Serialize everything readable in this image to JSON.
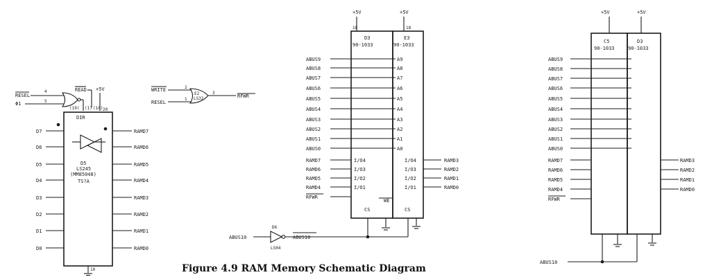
{
  "caption": "Figure 4.9   RAM Memory Schematic Diagram",
  "supply": "+5V",
  "gnd_symbol": "⏚",
  "left_section": {
    "read_signal": "READ",
    "resel_signal": "RESEL",
    "phi1_signal": "Φ1",
    "chip": {
      "type": "LS245",
      "part": "(MM85048)",
      "ref": "D5",
      "pkg": "TS?A",
      "dir_label": "DIR"
    },
    "vcc_pin": "20",
    "gnd_pin": "10",
    "data_in": [
      "D7",
      "D6",
      "D5",
      "D4",
      "D3",
      "D2",
      "D1",
      "D0"
    ],
    "ram_out": [
      "RAMD7",
      "RAMD6",
      "RAMD5",
      "RAMD4",
      "RAMD3",
      "RAMD2",
      "RAMD1",
      "RAMD0"
    ]
  },
  "write_gate": {
    "in1": "WRITE",
    "in2": "RESEL",
    "out": "RFWR",
    "ref": "E2",
    "type": "LS32"
  },
  "middle_section": {
    "chip_left": {
      "ref": "D3",
      "part": "90-1033"
    },
    "chip_right": {
      "ref": "E3",
      "part": "90-1033"
    },
    "address_lines": [
      "ABUS9",
      "ABUS8",
      "ABUS7",
      "ABUS6",
      "ABUS5",
      "ABUS4",
      "ABUS3",
      "ABUS2",
      "ABUS1",
      "ABUS0"
    ],
    "addr_pins": [
      "A9",
      "A8",
      "A7",
      "A6",
      "A5",
      "A4",
      "A3",
      "A2",
      "A1",
      "A0"
    ],
    "data_in": [
      "RAMD7",
      "RAMD6",
      "RAMD5",
      "RAMD4"
    ],
    "data_pins_left": [
      "I/O4",
      "I/O3",
      "I/O2",
      "I/O1"
    ],
    "data_pins_right": [
      "I/O4",
      "I/O3",
      "I/O2",
      "I/O1"
    ],
    "data_out": [
      "RAMD3",
      "RAMD2",
      "RAMD1",
      "RAMD0"
    ],
    "we_label": "WE",
    "wr_signal": "RFWR",
    "cs_label": "CS",
    "inverter": {
      "in": "ABUS10",
      "out": "ABUS10",
      "ref": "D6",
      "type": "LS04"
    }
  },
  "right_section": {
    "chip_left": {
      "ref": "C5",
      "part": "90-1033"
    },
    "chip_right": {
      "ref": "D3",
      "part": "90-1033"
    },
    "address_lines": [
      "ABUS9",
      "ABUS8",
      "ABUS7",
      "ABUS6",
      "ABUS5",
      "ABUS4",
      "ABUS3",
      "ABUS2",
      "ABUS1",
      "ABUS0"
    ],
    "data_in": [
      "RAMD7",
      "RAMD6",
      "RAMD5",
      "RAMD4"
    ],
    "data_out": [
      "RAMD3",
      "RAMD2",
      "RAMD1",
      "RAMD0"
    ],
    "wr_signal": "RFWR",
    "abus10": "ABUS10"
  }
}
